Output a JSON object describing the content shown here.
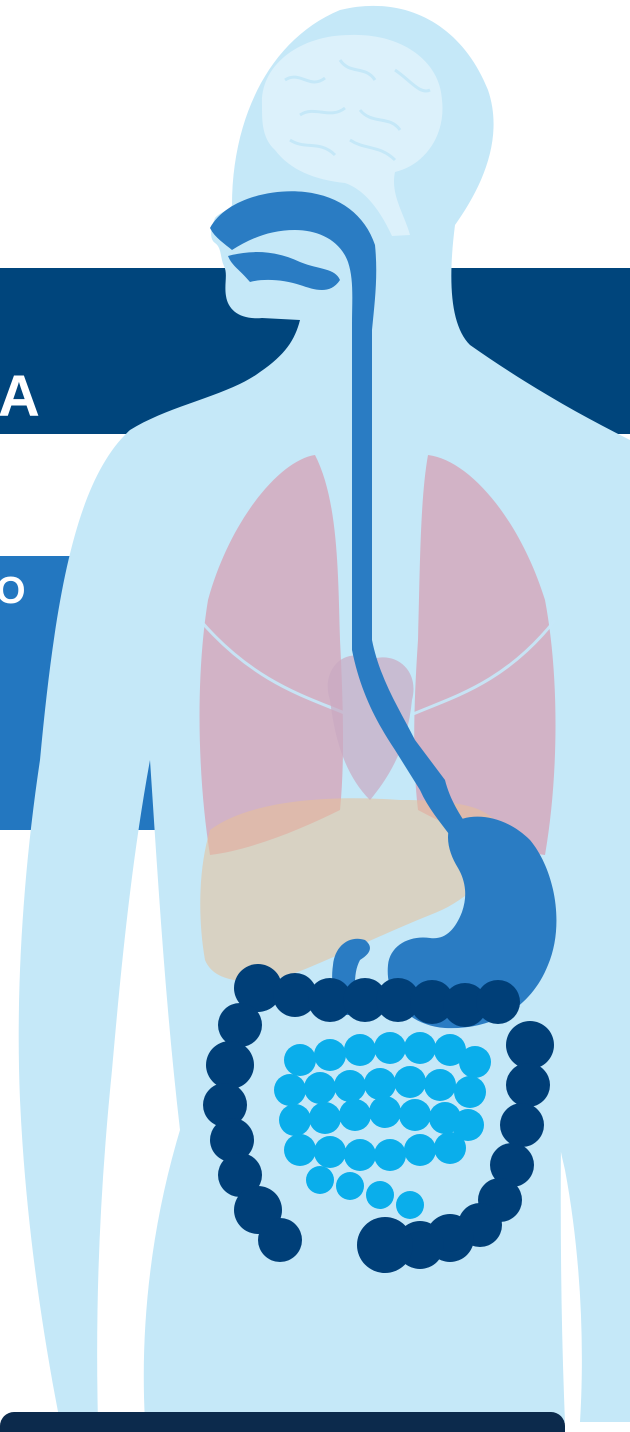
{
  "fragments": {
    "left_letter_1": "A",
    "left_letter_2": "O"
  },
  "colors": {
    "navy_band": "#00457c",
    "blue_band": "#2377c0",
    "body": "#c5e8f8",
    "digestive_tract": "#2a7cc3",
    "colon": "#003f78",
    "small_intestine": "#0aaeeb",
    "lungs": "#d3a9bd",
    "liver": "#e8bf97",
    "brain": "#dcf1fb"
  },
  "icons": [
    "human-body-silhouette",
    "brain-icon",
    "lungs-icon",
    "heart-icon",
    "liver-icon",
    "esophagus-icon",
    "stomach-icon",
    "small-intestine-icon",
    "large-intestine-icon"
  ]
}
